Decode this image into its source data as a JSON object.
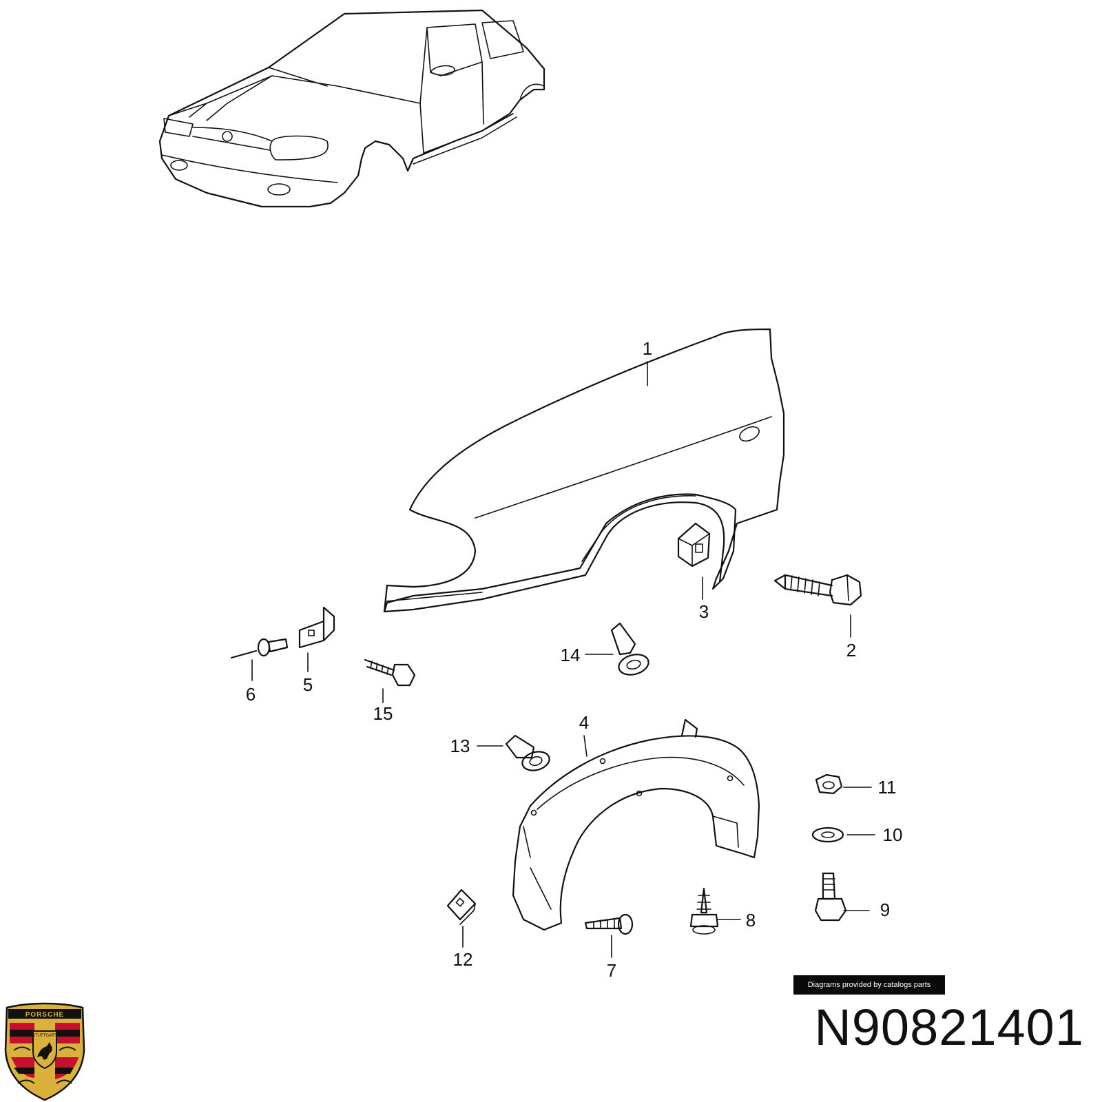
{
  "diagram": {
    "callouts": [
      {
        "id": "1",
        "label": "1"
      },
      {
        "id": "2",
        "label": "2"
      },
      {
        "id": "3",
        "label": "3"
      },
      {
        "id": "4",
        "label": "4"
      },
      {
        "id": "5",
        "label": "5"
      },
      {
        "id": "6",
        "label": "6"
      },
      {
        "id": "7",
        "label": "7"
      },
      {
        "id": "8",
        "label": "8"
      },
      {
        "id": "9",
        "label": "9"
      },
      {
        "id": "10",
        "label": "10"
      },
      {
        "id": "11",
        "label": "11"
      },
      {
        "id": "12",
        "label": "12"
      },
      {
        "id": "13",
        "label": "13"
      },
      {
        "id": "14",
        "label": "14"
      },
      {
        "id": "15",
        "label": "15"
      }
    ]
  },
  "credit_text": "Diagrams provided by catalogs parts",
  "part_number": "N90821401",
  "logo": {
    "brand_text": "PORSCHE",
    "city_text": "STUTTGART",
    "colors": {
      "gold": "#d9b13b",
      "red": "#c8102e",
      "black": "#111111"
    }
  }
}
